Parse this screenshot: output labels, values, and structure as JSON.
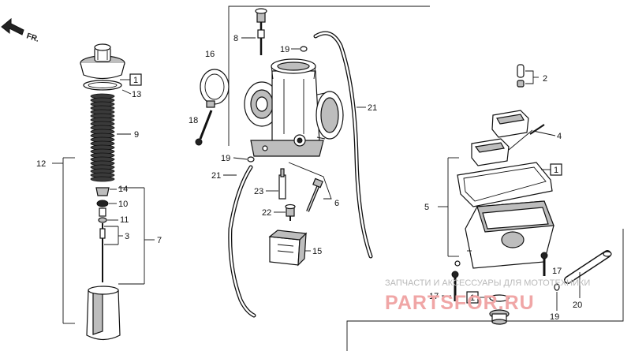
{
  "direction_label": "FR.",
  "callouts": {
    "c1a": "1",
    "c1b": "1",
    "c1c": "1",
    "c2": "2",
    "c3": "3",
    "c4": "4",
    "c5": "5",
    "c6": "6",
    "c7": "7",
    "c8": "8",
    "c9": "9",
    "c10": "10",
    "c11": "11",
    "c12": "12",
    "c13": "13",
    "c14": "14",
    "c15": "15",
    "c16": "16",
    "c17a": "17",
    "c17b": "17",
    "c18": "18",
    "c19a": "19",
    "c19b": "19",
    "c19c": "19",
    "c20": "20",
    "c21a": "21",
    "c21b": "21",
    "c22": "22",
    "c23": "23"
  },
  "watermark": {
    "line1": "ЗАПЧАСТИ И АКСЕССУАРЫ ДЛЯ МОТОТЕХНИКИ",
    "line2": "PARTSFOR.RU"
  }
}
